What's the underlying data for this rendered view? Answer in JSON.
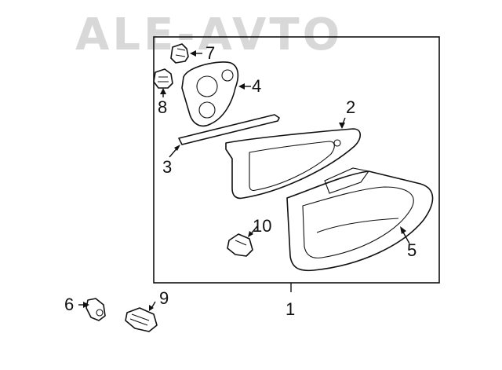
{
  "watermark": {
    "text": "ALE-AVTO"
  },
  "callouts": {
    "c1": "1",
    "c2": "2",
    "c3": "3",
    "c4": "4",
    "c5": "5",
    "c6": "6",
    "c7": "7",
    "c8": "8",
    "c9": "9",
    "c10": "10"
  }
}
